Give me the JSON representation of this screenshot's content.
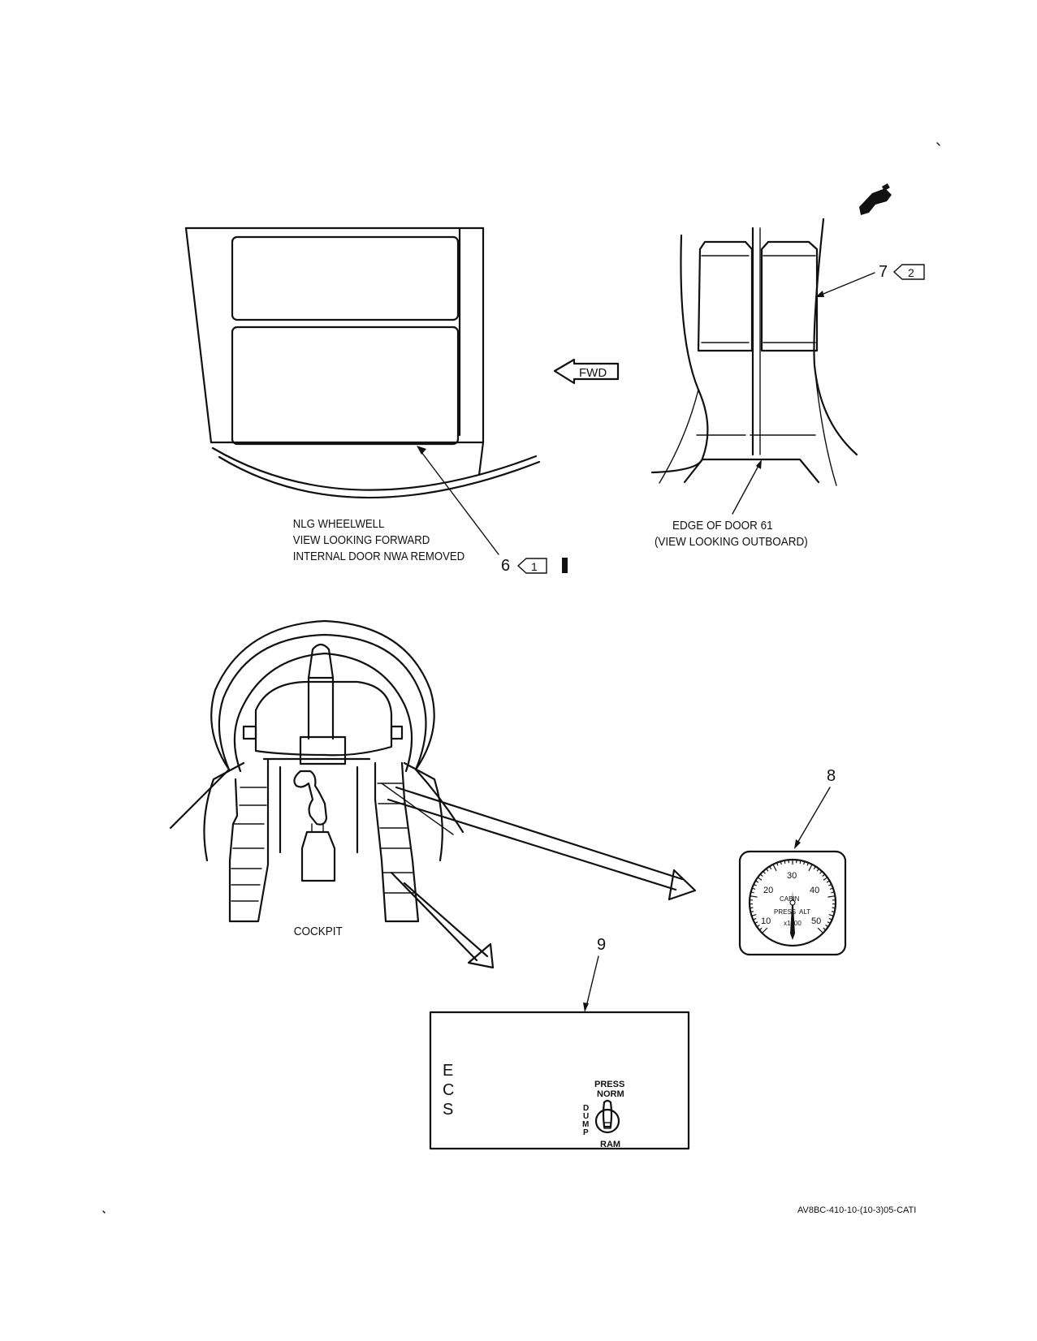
{
  "views": {
    "wheelwell": {
      "caption": [
        "NLG WHEELWELL",
        "VIEW LOOKING FORWARD",
        "INTERNAL DOOR NWA REMOVED"
      ]
    },
    "door": {
      "caption": [
        "EDGE OF DOOR 61",
        "(VIEW LOOKING OUTBOARD)"
      ]
    },
    "cockpit": {
      "caption": "COCKPIT"
    }
  },
  "fwd_arrow": "FWD",
  "callouts": {
    "item6": {
      "number": "6",
      "note": "1"
    },
    "item7": {
      "number": "7",
      "note": "2"
    },
    "item8": {
      "number": "8"
    },
    "item9": {
      "number": "9"
    }
  },
  "gauge": {
    "scale": [
      "10",
      "20",
      "30",
      "40",
      "50"
    ],
    "labels": [
      "CABIN",
      "PRESS",
      "ALT",
      "x1000"
    ]
  },
  "ecs_panel": {
    "title_letters": [
      "E",
      "C",
      "S"
    ],
    "switch_positions": [
      "PRESS",
      "NORM",
      "DUMP",
      "RAM"
    ]
  },
  "figure_id": "AV8BC-410-10-(10-3)05-CATI"
}
